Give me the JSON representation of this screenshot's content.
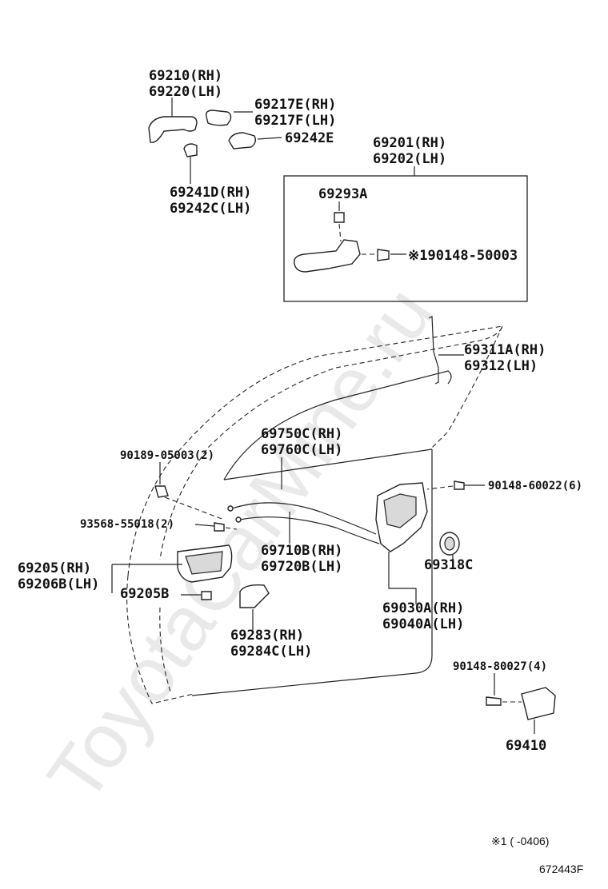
{
  "watermark": "ToyotaCarMine.ru",
  "labels": {
    "p69210": "69210(RH)",
    "p69220": "69220(LH)",
    "p69217e": "69217E(RH)",
    "p69217f": "69217F(LH)",
    "p69242e": "69242E",
    "p69241d": "69241D(RH)",
    "p69242c": "69242C(LH)",
    "p69201": "69201(RH)",
    "p69202": "69202(LH)",
    "p69293a": "69293A",
    "p90148_50003": "※190148-50003",
    "p69311a": "69311A(RH)",
    "p69312": "69312(LH)",
    "p69750c": "69750C(RH)",
    "p69760c": "69760C(LH)",
    "p90189": "90189-05003(2)",
    "p90148_60022": "90148-60022(6)",
    "p93568": "93568-55018(2)",
    "p69710b": "69710B(RH)",
    "p69720b": "69720B(LH)",
    "p69318c": "69318C",
    "p69205": "69205(RH)",
    "p69206b": "69206B(LH)",
    "p69205b": "69205B",
    "p69283": "69283(RH)",
    "p69284c": "69284C(LH)",
    "p69030a": "69030A(RH)",
    "p69040a": "69040A(LH)",
    "p90148_80027": "90148-80027(4)",
    "p69410": "69410"
  },
  "footnote": "※1 (      -0406)",
  "figure_id": "672443F"
}
